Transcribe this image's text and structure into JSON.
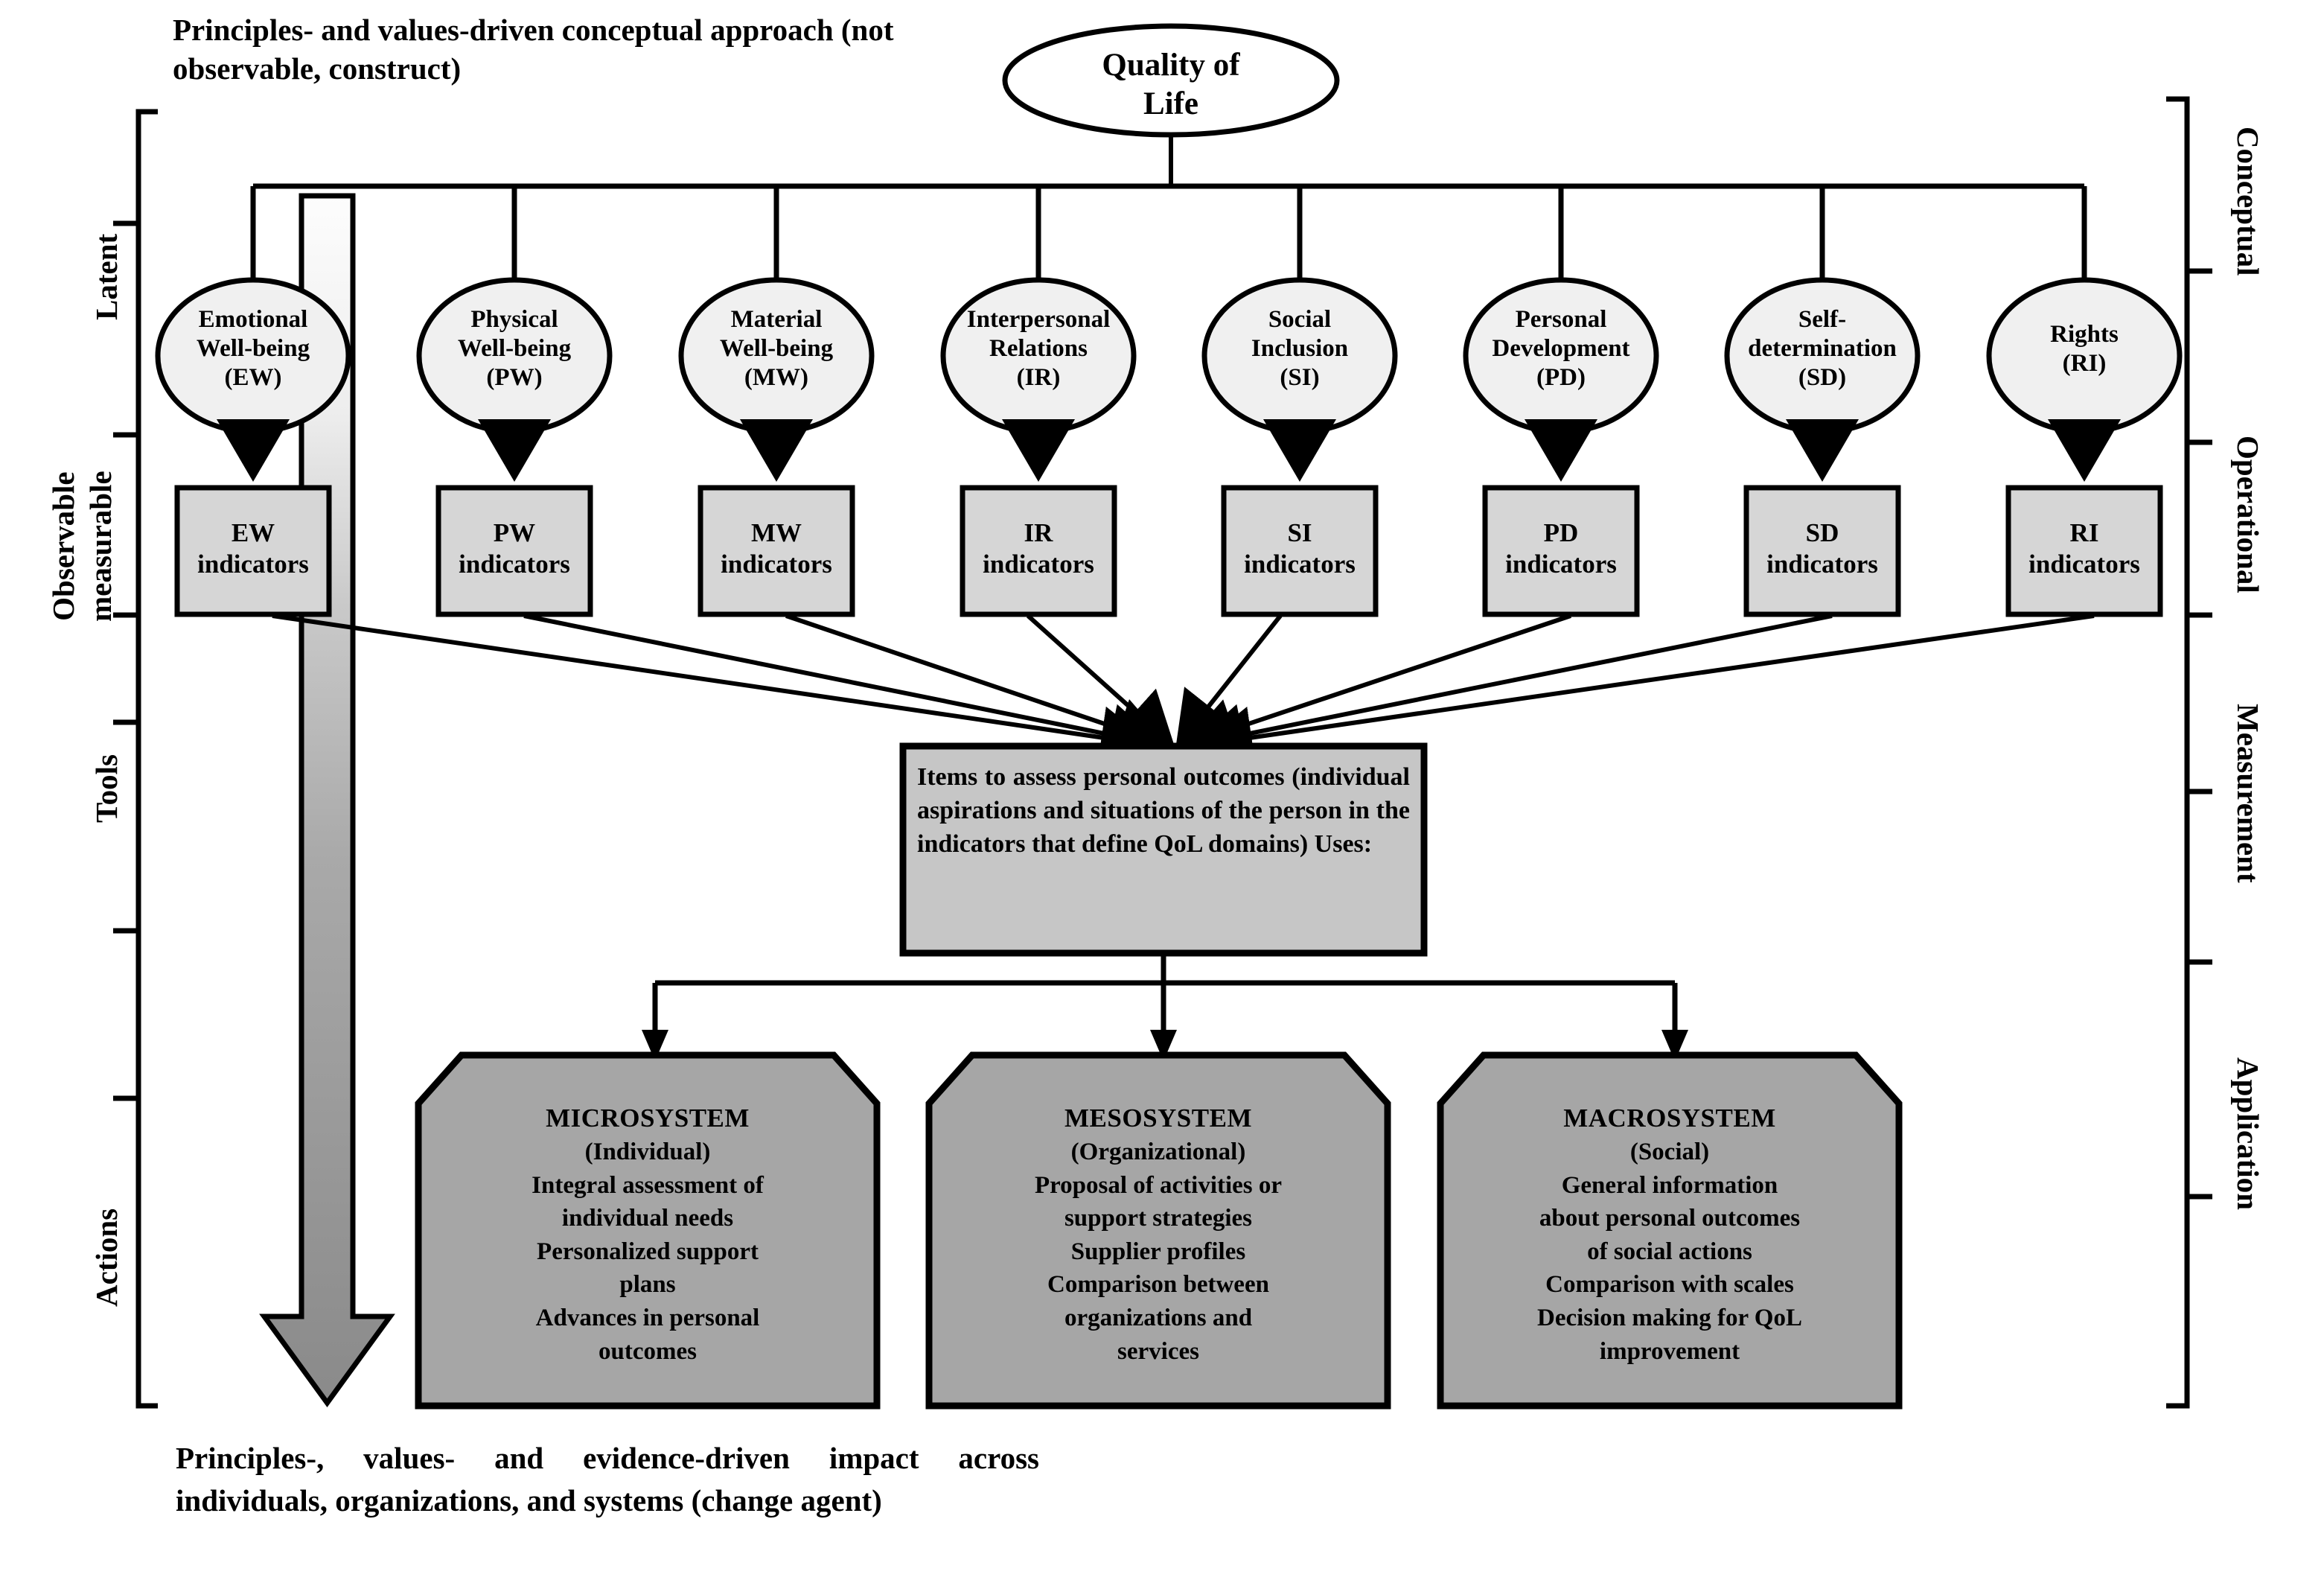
{
  "header": {
    "note": "Principles- and values-driven conceptual approach (not observable, construct)"
  },
  "root": {
    "label_line1": "Quality of",
    "label_line2": "Life"
  },
  "left_axis": {
    "items": [
      {
        "key": "latent",
        "label": "Latent"
      },
      {
        "key": "observable",
        "label": "Observable\nmeasurable"
      },
      {
        "key": "tools",
        "label": "Tools"
      },
      {
        "key": "actions",
        "label": "Actions"
      }
    ]
  },
  "right_axis": {
    "items": [
      {
        "key": "conceptual",
        "label": "Conceptual"
      },
      {
        "key": "operational",
        "label": "Operational"
      },
      {
        "key": "measurement",
        "label": "Measurement"
      },
      {
        "key": "application",
        "label": "Application"
      }
    ]
  },
  "domains": [
    {
      "code": "EW",
      "l1": "Emotional",
      "l2": "Well-being",
      "l3": "(EW)",
      "indicator": "EW\nindicators"
    },
    {
      "code": "PW",
      "l1": "Physical",
      "l2": "Well-being",
      "l3": "(PW)",
      "indicator": "PW\nindicators"
    },
    {
      "code": "MW",
      "l1": "Material",
      "l2": "Well-being",
      "l3": "(MW)",
      "indicator": "MW\nindicators"
    },
    {
      "code": "IR",
      "l1": "Interpersonal",
      "l2": "Relations",
      "l3": "(IR)",
      "indicator": "IR\nindicators"
    },
    {
      "code": "SI",
      "l1": "Social",
      "l2": "Inclusion",
      "l3": "(SI)",
      "indicator": "SI\nindicators"
    },
    {
      "code": "PD",
      "l1": "Personal",
      "l2": "Development",
      "l3": "(PD)",
      "indicator": "PD\nindicators"
    },
    {
      "code": "SD",
      "l1": "Self-",
      "l2": "determination",
      "l3": "(SD)",
      "indicator": "SD\nindicators"
    },
    {
      "code": "RI",
      "l1": "Rights",
      "l2": "(RI)",
      "l3": "",
      "indicator": "RI\nindicators"
    }
  ],
  "items_box": {
    "text": "Items to assess personal outcomes (individual aspirations and situations of the person in the indicators that define QoL domains) Uses:"
  },
  "systems": [
    {
      "title": "MICROSYSTEM",
      "subtitle": "(Individual)",
      "lines": "Integral assessment of\nindividual needs\nPersonalized support\nplans\nAdvances in personal\noutcomes"
    },
    {
      "title": "MESOSYSTEM",
      "subtitle": "(Organizational)",
      "lines": "Proposal of activities or\nsupport strategies\nSupplier profiles\nComparison between\norganizations and\nservices"
    },
    {
      "title": "MACROSYSTEM",
      "subtitle": "(Social)",
      "lines": "General information\nabout personal outcomes\nof social actions\nComparison with scales\nDecision making for QoL\nimprovement"
    }
  ],
  "footer": {
    "caption": "Principles-, values- and evidence-driven impact across individuals, organizations, and systems (change agent)"
  },
  "colors": {
    "oval_fill": "#f0f0f0",
    "indicator_fill": "#d6d6d6",
    "items_fill": "#c6c6c6",
    "system_fill": "#a6a6a6",
    "arrow_top": "#fdfdfd",
    "arrow_bottom": "#8a8a8a",
    "stroke": "#000000"
  }
}
